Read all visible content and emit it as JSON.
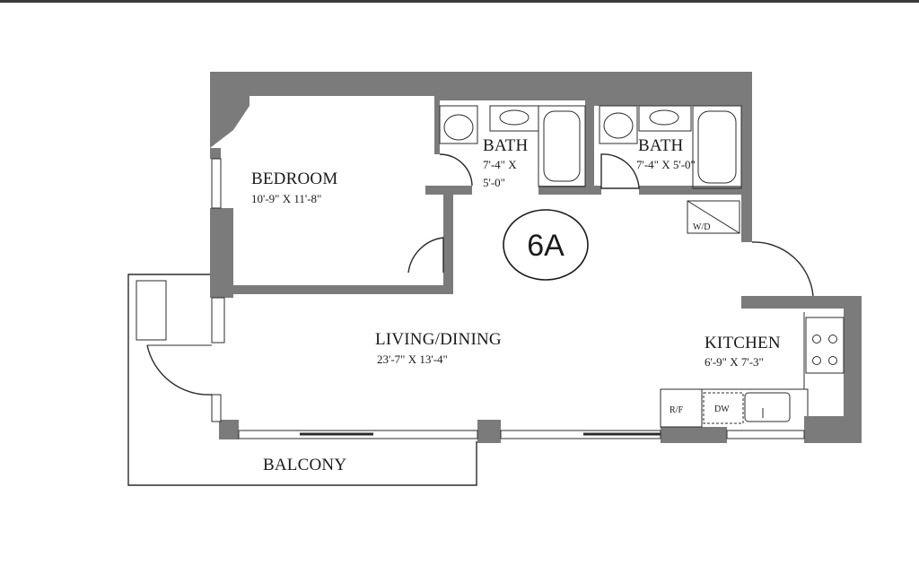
{
  "unit": {
    "id": "6A"
  },
  "rooms": {
    "bedroom": {
      "name": "BEDROOM",
      "dimensions": "10'-9\" X 11'-8\""
    },
    "bath_1": {
      "name": "BATH",
      "dim_line1": "7'-4\" X",
      "dim_line2": "5'-0\""
    },
    "bath_2": {
      "name": "BATH",
      "dimensions": "7'-4\" X 5'-0\""
    },
    "living_dining": {
      "name": "LIVING/DINING",
      "dimensions": "23'-7\" X 13'-4\""
    },
    "kitchen": {
      "name": "KITCHEN",
      "dimensions": "6'-9\" X 7'-3\""
    },
    "balcony": {
      "name": "BALCONY"
    }
  },
  "fixtures": {
    "washer_dryer": "W/D",
    "refrigerator": "R/F",
    "dishwasher": "DW"
  },
  "colors": {
    "wall": "#7b7b7b",
    "line": "#2b2b2b",
    "background": "#ffffff"
  }
}
